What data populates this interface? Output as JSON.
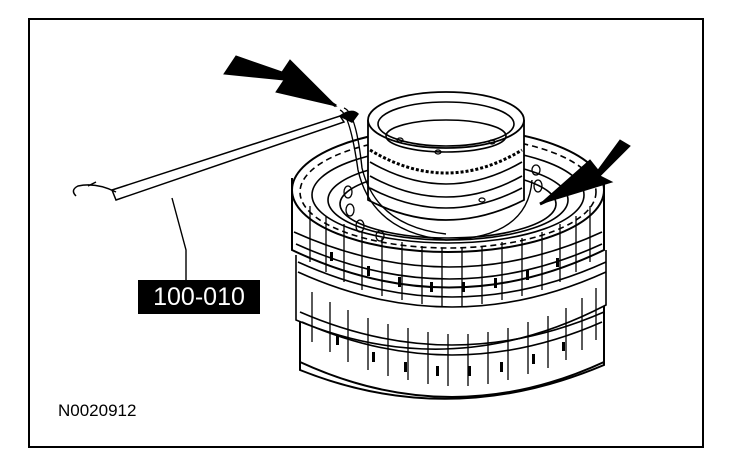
{
  "diagram": {
    "tool_label": "100-010",
    "figure_id": "N0020912"
  },
  "icons": {
    "arrow_left": "bold-pointer-arrow",
    "arrow_right": "bold-pointer-arrow",
    "tool": "snap-ring-pick-tool",
    "part": "clutch-drum-assembly"
  },
  "colors": {
    "ink": "#000000",
    "paper": "#ffffff"
  }
}
